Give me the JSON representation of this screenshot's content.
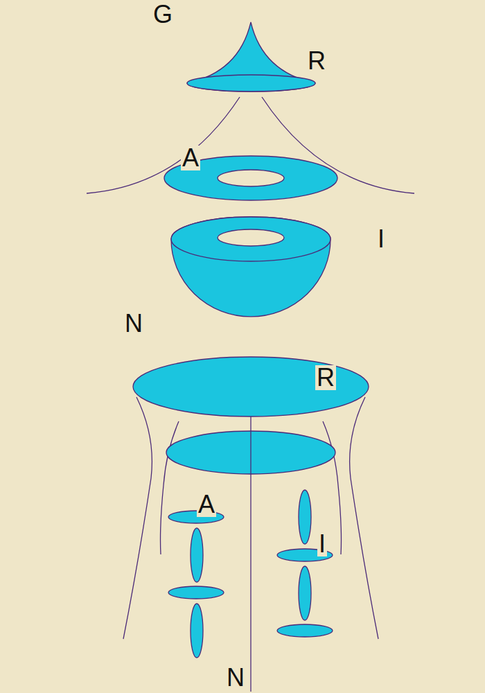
{
  "diagram": {
    "labels": [
      "G",
      "R",
      "A",
      "I",
      "N",
      "R",
      "A",
      "I",
      "N"
    ]
  }
}
